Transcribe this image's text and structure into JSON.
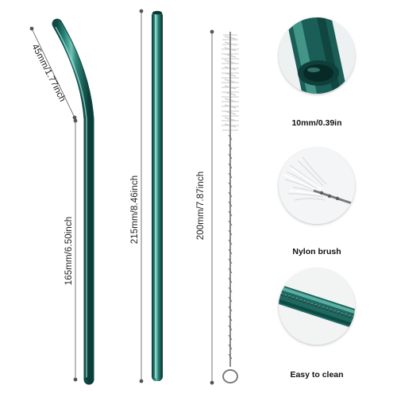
{
  "product": {
    "bent_straw": {
      "top_segment_label": "45mm/1.77inch",
      "bottom_segment_label": "165mm/6.50inch"
    },
    "straight_straw": {
      "length_label": "215mm/8.46inch"
    },
    "brush": {
      "length_label": "200mm/7.87inch"
    }
  },
  "features": [
    {
      "caption": "10mm/0.39in",
      "icon": "straw-opening-closeup"
    },
    {
      "caption": "Nylon brush",
      "icon": "brush-bristles-closeup"
    },
    {
      "caption": "Easy to clean",
      "icon": "brush-in-straw-closeup"
    }
  ],
  "colors": {
    "straw_glass": "#1f6e66",
    "straw_highlight": "#4fa79b",
    "brush_wire": "#8a8a8a"
  }
}
